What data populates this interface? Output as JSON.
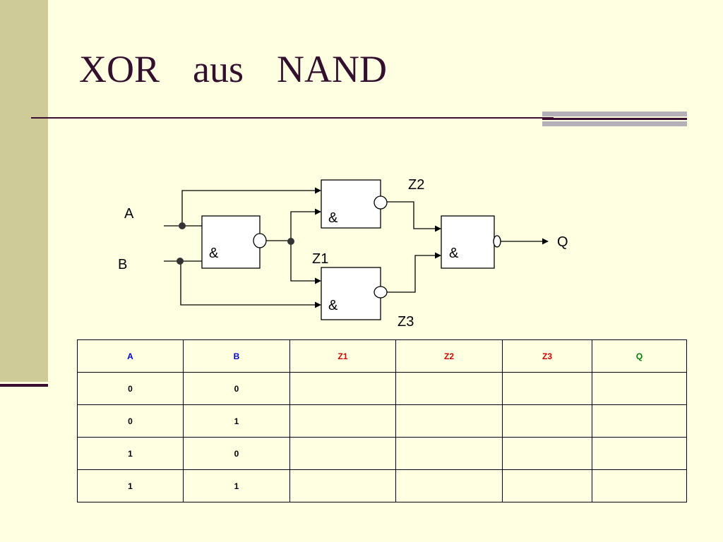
{
  "slide": {
    "title": "XOR  aus  NAND"
  },
  "colors": {
    "background": "#FFFFE1",
    "accent": "#3B0D2E",
    "side_bar": "#CECB99",
    "header_input": "#0000CC",
    "header_intermediate": "#CC0000",
    "header_output": "#008000"
  },
  "circuit": {
    "inputs": {
      "a": "A",
      "b": "B"
    },
    "output": "Q",
    "nodes": {
      "z1": "Z1",
      "z2": "Z2",
      "z3": "Z3"
    },
    "gate_symbol": "&"
  },
  "truth_table": {
    "headers": [
      "A",
      "B",
      "Z1",
      "Z2",
      "Z3",
      "Q"
    ],
    "rows": [
      [
        "0",
        "0",
        "",
        "",
        "",
        ""
      ],
      [
        "0",
        "1",
        "",
        "",
        "",
        ""
      ],
      [
        "1",
        "0",
        "",
        "",
        "",
        ""
      ],
      [
        "1",
        "1",
        "",
        "",
        "",
        ""
      ]
    ]
  }
}
